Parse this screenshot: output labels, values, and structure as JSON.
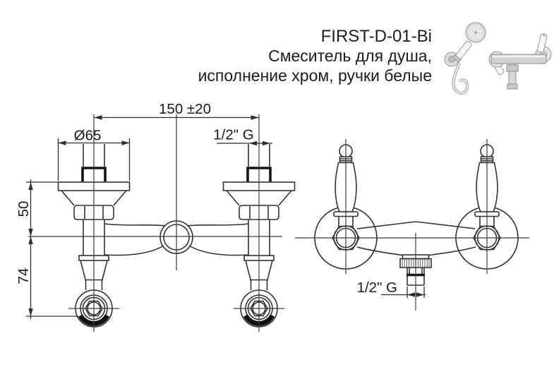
{
  "header": {
    "model": "FIRST-D-01-Bi",
    "description_line_1": "Смеситель для душа,",
    "description_line_2": "исполнение хром, ручки белые"
  },
  "left_view": {
    "dim_center_distance": "150 ±20",
    "dim_flange_diameter": "Ø65",
    "dim_inlet_thread": "1/2\" G",
    "dim_above_axis": "50",
    "dim_below_axis": "74"
  },
  "right_view": {
    "dim_outlet_thread": "1/2\" G"
  },
  "colors": {
    "background": "#ffffff",
    "line": "#333333",
    "text": "#1c1c1c"
  }
}
